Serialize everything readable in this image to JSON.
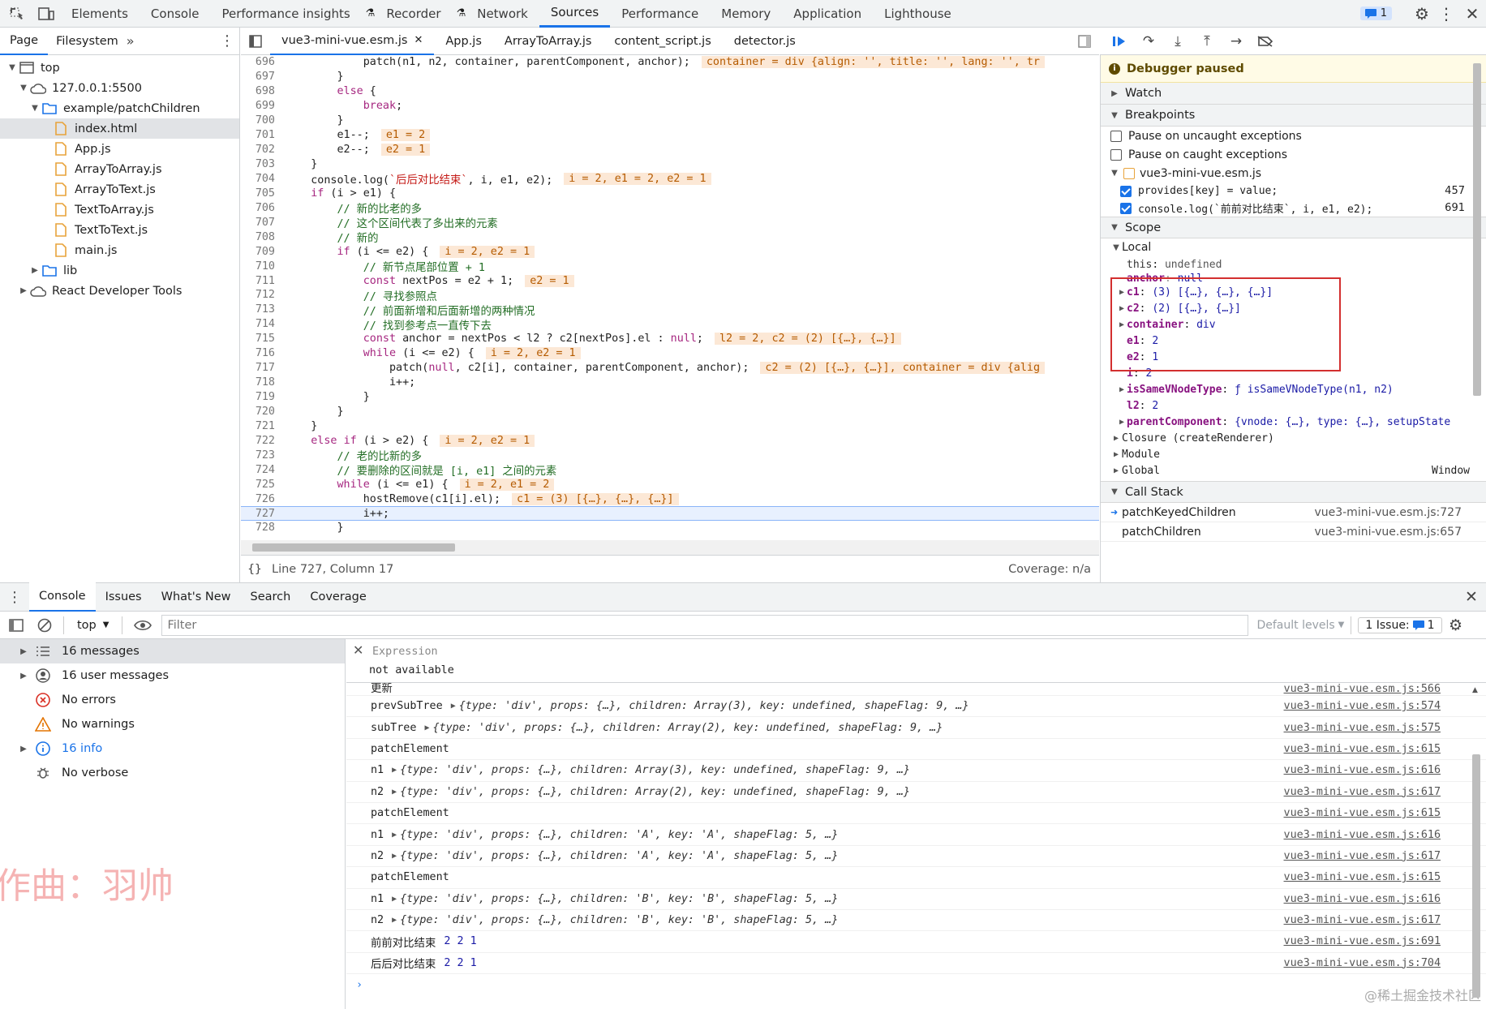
{
  "topbar": {
    "tabs": [
      "Elements",
      "Console",
      "Performance insights",
      "Recorder",
      "Network",
      "Sources",
      "Performance",
      "Memory",
      "Application",
      "Lighthouse"
    ],
    "issues_count": "1"
  },
  "navigator": {
    "tabs": [
      "Page",
      "Filesystem"
    ],
    "tree": [
      {
        "label": "top",
        "depth": 0,
        "icon": "window-icon",
        "open": true
      },
      {
        "label": "127.0.0.1:5500",
        "depth": 1,
        "icon": "cloud-icon",
        "open": true
      },
      {
        "label": "example/patchChildren",
        "depth": 2,
        "icon": "folder-icon",
        "open": true
      },
      {
        "label": "index.html",
        "depth": 3,
        "icon": "file-icon",
        "selected": true
      },
      {
        "label": "App.js",
        "depth": 3,
        "icon": "file-icon"
      },
      {
        "label": "ArrayToArray.js",
        "depth": 3,
        "icon": "file-icon"
      },
      {
        "label": "ArrayToText.js",
        "depth": 3,
        "icon": "file-icon"
      },
      {
        "label": "TextToArray.js",
        "depth": 3,
        "icon": "file-icon"
      },
      {
        "label": "TextToText.js",
        "depth": 3,
        "icon": "file-icon"
      },
      {
        "label": "main.js",
        "depth": 3,
        "icon": "file-icon"
      },
      {
        "label": "lib",
        "depth": 2,
        "icon": "folder-icon",
        "closed": true
      },
      {
        "label": "React Developer Tools",
        "depth": 1,
        "icon": "cloud-icon",
        "closed": true
      }
    ]
  },
  "editor": {
    "tabs": [
      "vue3-mini-vue.esm.js",
      "App.js",
      "ArrayToArray.js",
      "content_script.js",
      "detector.js"
    ],
    "status": "Line 727, Column 17",
    "coverage": "Coverage: n/a",
    "lines": [
      {
        "n": "696",
        "code": "            patch(n1, n2, container, parentComponent, anchor);",
        "inl": "container = div {align: '', title: '', lang: '', tr"
      },
      {
        "n": "697",
        "code": "        }"
      },
      {
        "n": "698",
        "code": "        else {"
      },
      {
        "n": "699",
        "code": "            break;"
      },
      {
        "n": "700",
        "code": "        }"
      },
      {
        "n": "701",
        "code": "        e1--;",
        "inl": "e1 = 2"
      },
      {
        "n": "702",
        "code": "        e2--;",
        "inl": "e2 = 1"
      },
      {
        "n": "703",
        "code": "    }"
      },
      {
        "n": "704",
        "code": "    console.log(`后后对比结束`, i, e1, e2);",
        "inl": "i = 2, e1 = 2, e2 = 1"
      },
      {
        "n": "705",
        "code": "    if (i > e1) {"
      },
      {
        "n": "706",
        "code": "        // 新的比老的多"
      },
      {
        "n": "707",
        "code": "        // 这个区间代表了多出来的元素"
      },
      {
        "n": "708",
        "code": "        // 新的"
      },
      {
        "n": "709",
        "code": "        if (i <= e2) {",
        "inl": "i = 2, e2 = 1"
      },
      {
        "n": "710",
        "code": "            // 新节点尾部位置 + 1"
      },
      {
        "n": "711",
        "code": "            const nextPos = e2 + 1;",
        "inl": "e2 = 1"
      },
      {
        "n": "712",
        "code": "            // 寻找参照点"
      },
      {
        "n": "713",
        "code": "            // 前面新增和后面新增的两种情况"
      },
      {
        "n": "714",
        "code": "            // 找到参考点一直传下去"
      },
      {
        "n": "715",
        "code": "            const anchor = nextPos < l2 ? c2[nextPos].el : null;",
        "inl": "l2 = 2, c2 = (2) [{…}, {…}]"
      },
      {
        "n": "716",
        "code": "            while (i <= e2) {",
        "inl": "i = 2, e2 = 1"
      },
      {
        "n": "717",
        "code": "                patch(null, c2[i], container, parentComponent, anchor);",
        "inl": "c2 = (2) [{…}, {…}], container = div {alig"
      },
      {
        "n": "718",
        "code": "                i++;"
      },
      {
        "n": "719",
        "code": "            }"
      },
      {
        "n": "720",
        "code": "        }"
      },
      {
        "n": "721",
        "code": "    }"
      },
      {
        "n": "722",
        "code": "    else if (i > e2) {",
        "inl": "i = 2, e2 = 1"
      },
      {
        "n": "723",
        "code": "        // 老的比新的多"
      },
      {
        "n": "724",
        "code": "        // 要删除的区间就是 [i, e1] 之间的元素"
      },
      {
        "n": "725",
        "code": "        while (i <= e1) {",
        "inl": "i = 2, e1 = 2"
      },
      {
        "n": "726",
        "code": "            hostRemove(c1[i].el);",
        "inl": "c1 = (3) [{…}, {…}, {…}]"
      },
      {
        "n": "727",
        "code": "            i++;",
        "current": true
      },
      {
        "n": "728",
        "code": "        }"
      }
    ]
  },
  "debugger": {
    "paused_label": "Debugger paused",
    "watch_label": "Watch",
    "breakpoints_label": "Breakpoints",
    "pause_uncaught": "Pause on uncaught exceptions",
    "pause_caught": "Pause on caught exceptions",
    "bp_file": "vue3-mini-vue.esm.js",
    "breakpoints": [
      {
        "code": "provides[key] = value;",
        "line": "457"
      },
      {
        "code": "console.log(`前前对比结束`, i, e1, e2);",
        "line": "691"
      }
    ],
    "scope_label": "Scope",
    "local_label": "Local",
    "scope": [
      {
        "k": "this",
        "v": "undefined",
        "plain": true
      },
      {
        "k": "anchor",
        "v": "null"
      },
      {
        "k": "c1",
        "v": "(3) [{…}, {…}, {…}]",
        "expand": true
      },
      {
        "k": "c2",
        "v": "(2) [{…}, {…}]",
        "expand": true
      },
      {
        "k": "container",
        "v": "div",
        "expand": true
      },
      {
        "k": "e1",
        "v": "2"
      },
      {
        "k": "e2",
        "v": "1"
      },
      {
        "k": "i",
        "v": "2"
      },
      {
        "k": "isSameVNodeType",
        "v": "ƒ isSameVNodeType(n1, n2)",
        "expand": true
      },
      {
        "k": "l2",
        "v": "2"
      },
      {
        "k": "parentComponent",
        "v": "{vnode: {…}, type: {…}, setupState",
        "expand": true
      }
    ],
    "closure": "Closure (createRenderer)",
    "module": "Module",
    "global": "Global",
    "global_value": "Window",
    "callstack_label": "Call Stack",
    "callstack": [
      {
        "fn": "patchKeyedChildren",
        "loc": "vue3-mini-vue.esm.js:727",
        "active": true
      },
      {
        "fn": "patchChildren",
        "loc": "vue3-mini-vue.esm.js:657"
      }
    ]
  },
  "drawer": {
    "tabs": [
      "Console",
      "Issues",
      "What's New",
      "Search",
      "Coverage"
    ],
    "context": "top",
    "filter_placeholder": "Filter",
    "levels": "Default levels",
    "issue_btn": "1 Issue:",
    "issue_count": "1"
  },
  "console_side": [
    {
      "label": "16 messages",
      "icon": "list-icon",
      "selected": true
    },
    {
      "label": "16 user messages",
      "icon": "user-icon"
    },
    {
      "label": "No errors",
      "icon": "error-icon"
    },
    {
      "label": "No warnings",
      "icon": "warning-icon"
    },
    {
      "label": "16 info",
      "icon": "info-icon"
    },
    {
      "label": "No verbose",
      "icon": "bug-icon"
    }
  ],
  "watermark_left": "作曲：羽帅",
  "watermark_right": "@稀土掘金技术社区",
  "expression": {
    "label": "Expression",
    "value": "not available"
  },
  "messages": [
    {
      "txt": "更新",
      "src": "vue3-mini-vue.esm.js:566",
      "clip": true
    },
    {
      "txt": "prevSubTree",
      "obj": "{type: 'div', props: {…}, children: Array(3), key: undefined, shapeFlag: 9, …}",
      "src": "vue3-mini-vue.esm.js:574"
    },
    {
      "txt": "subTree",
      "obj": "{type: 'div', props: {…}, children: Array(2), key: undefined, shapeFlag: 9, …}",
      "src": "vue3-mini-vue.esm.js:575"
    },
    {
      "txt": "patchElement",
      "src": "vue3-mini-vue.esm.js:615"
    },
    {
      "txt": "n1",
      "obj": "{type: 'div', props: {…}, children: Array(3), key: undefined, shapeFlag: 9, …}",
      "src": "vue3-mini-vue.esm.js:616"
    },
    {
      "txt": "n2",
      "obj": "{type: 'div', props: {…}, children: Array(2), key: undefined, shapeFlag: 9, …}",
      "src": "vue3-mini-vue.esm.js:617"
    },
    {
      "txt": "patchElement",
      "src": "vue3-mini-vue.esm.js:615"
    },
    {
      "txt": "n1",
      "obj": "{type: 'div', props: {…}, children: 'A', key: 'A', shapeFlag: 5, …}",
      "src": "vue3-mini-vue.esm.js:616"
    },
    {
      "txt": "n2",
      "obj": "{type: 'div', props: {…}, children: 'A', key: 'A', shapeFlag: 5, …}",
      "src": "vue3-mini-vue.esm.js:617"
    },
    {
      "txt": "patchElement",
      "src": "vue3-mini-vue.esm.js:615"
    },
    {
      "txt": "n1",
      "obj": "{type: 'div', props: {…}, children: 'B', key: 'B', shapeFlag: 5, …}",
      "src": "vue3-mini-vue.esm.js:616"
    },
    {
      "txt": "n2",
      "obj": "{type: 'div', props: {…}, children: 'B', key: 'B', shapeFlag: 5, …}",
      "src": "vue3-mini-vue.esm.js:617"
    },
    {
      "txt": "前前对比结束",
      "nums": "2 2 1",
      "src": "vue3-mini-vue.esm.js:691"
    },
    {
      "txt": "后后对比结束",
      "nums": "2 2 1",
      "src": "vue3-mini-vue.esm.js:704"
    }
  ],
  "colors": {
    "accent": "#1a73e8",
    "inline_bg": "#fce8d6",
    "highlight_box": "#d32f2f",
    "paused_bg": "#fffbe6"
  }
}
